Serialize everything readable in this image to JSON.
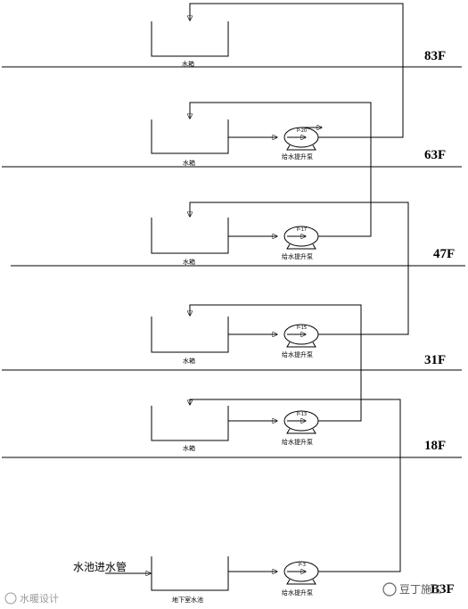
{
  "floors": [
    "83F",
    "63F",
    "47F",
    "31F",
    "18F",
    "B3F"
  ],
  "tank_label": "水箱",
  "basement_pool_label": "地下室水池",
  "pump_label": "给水提升泵",
  "pump_tags": [
    "P-20",
    "P-17",
    "P-15",
    "P-13",
    "P-3"
  ],
  "inlet_label": "水池进水管",
  "watermark_left": "水暖设计",
  "watermark_right": "豆丁施工"
}
